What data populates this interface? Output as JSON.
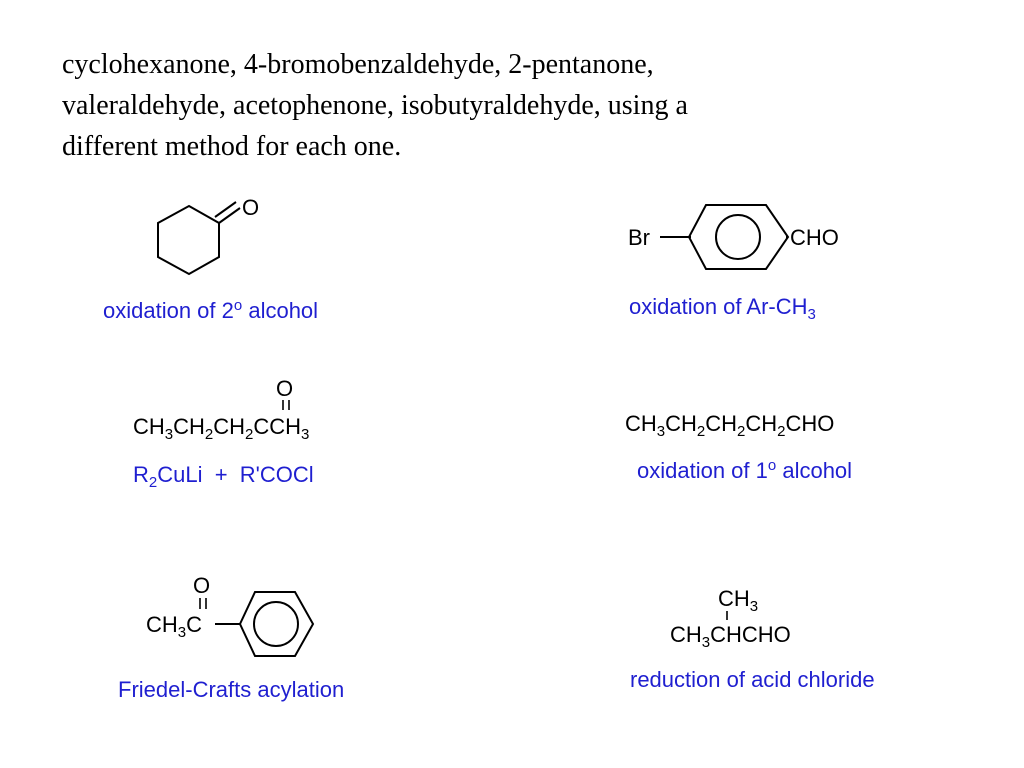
{
  "intro": {
    "line1": "cyclohexanone, 4-bromobenzaldehyde, 2-pentanone,",
    "line2": "valeraldehyde, acetophenone, isobutyraldehyde, using a",
    "line3": "different method for each one."
  },
  "cyclohexanone": {
    "o_atom": "O",
    "method": {
      "pre": "oxidation of 2",
      "sup": "o",
      "post": " alcohol"
    }
  },
  "bromobenzaldehyde": {
    "br": "Br",
    "cho": "CHO",
    "method": {
      "pre": "oxidation of Ar-CH",
      "sub": "3"
    }
  },
  "pentanone": {
    "o_atom": "O",
    "formula": [
      "CH",
      "3",
      "CH",
      "2",
      "CH",
      "2",
      "CCH",
      "3"
    ],
    "method": {
      "r": "R",
      "sub": "2",
      "post": "CuLi  +  R'COCl"
    }
  },
  "valeraldehyde": {
    "formula": [
      "CH",
      "3",
      "CH",
      "2",
      "CH",
      "2",
      "CH",
      "2",
      "CHO"
    ],
    "method": {
      "pre": "oxidation of 1",
      "sup": "o",
      "post": " alcohol"
    }
  },
  "acetophenone": {
    "o_atom": "O",
    "formula": [
      "CH",
      "3",
      "C"
    ],
    "method": "Friedel-Crafts acylation"
  },
  "isobutyraldehyde": {
    "branch": [
      "CH",
      "3"
    ],
    "formula": [
      "CH",
      "3",
      "CHCHO"
    ],
    "method": "reduction of acid chloride"
  }
}
